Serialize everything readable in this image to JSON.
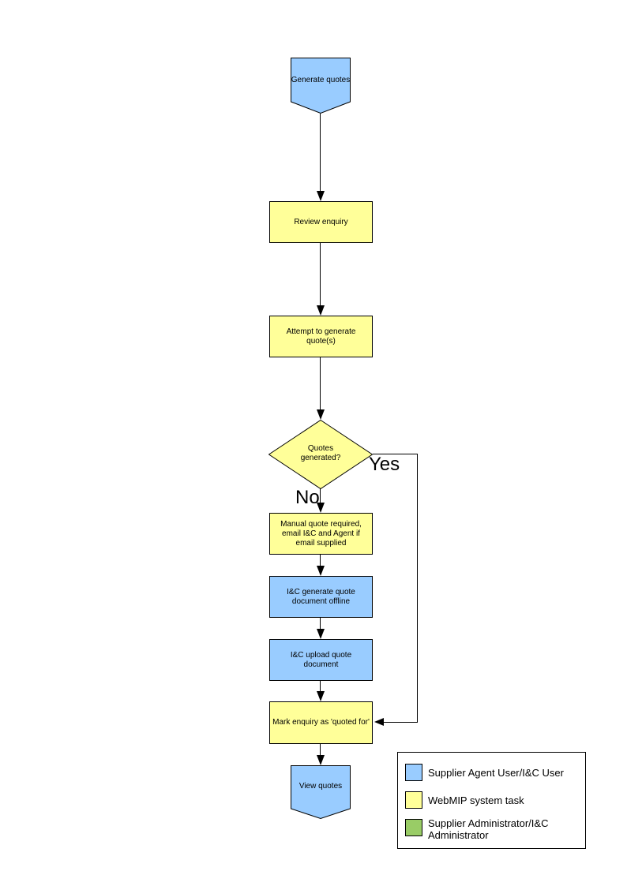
{
  "flowchart": {
    "nodes": {
      "start": {
        "label": "Generate quotes",
        "shape": "pentagon-down",
        "fill": "#99CCFF"
      },
      "review": {
        "label": "Review enquiry",
        "shape": "rect",
        "fill": "#FFFF99"
      },
      "attempt": {
        "label": "Attempt to generate quote(s)",
        "shape": "rect",
        "fill": "#FFFF99"
      },
      "decision": {
        "label": "Quotes generated?",
        "shape": "diamond",
        "fill": "#FFFF99"
      },
      "manual": {
        "label": "Manual quote required, email I&C and Agent if email supplied",
        "shape": "rect",
        "fill": "#FFFF99"
      },
      "offline": {
        "label": "I&C generate quote document offline",
        "shape": "rect",
        "fill": "#99CCFF"
      },
      "upload": {
        "label": "I&C upload quote document",
        "shape": "rect",
        "fill": "#99CCFF"
      },
      "mark": {
        "label": "Mark enquiry as 'quoted for'",
        "shape": "rect",
        "fill": "#FFFF99"
      },
      "end": {
        "label": "View quotes",
        "shape": "pentagon-down",
        "fill": "#99CCFF"
      }
    },
    "branch_labels": {
      "yes": "Yes",
      "no": "No"
    }
  },
  "legend": {
    "items": [
      {
        "label": "Supplier Agent User/I&C User",
        "color": "#99CCFF"
      },
      {
        "label": "WebMIP system task",
        "color": "#FFFF99"
      },
      {
        "label": "Supplier Administrator/I&C Administrator",
        "color": "#99CC66"
      }
    ]
  },
  "colors": {
    "line": "#000000",
    "background": "#FFFFFF"
  }
}
